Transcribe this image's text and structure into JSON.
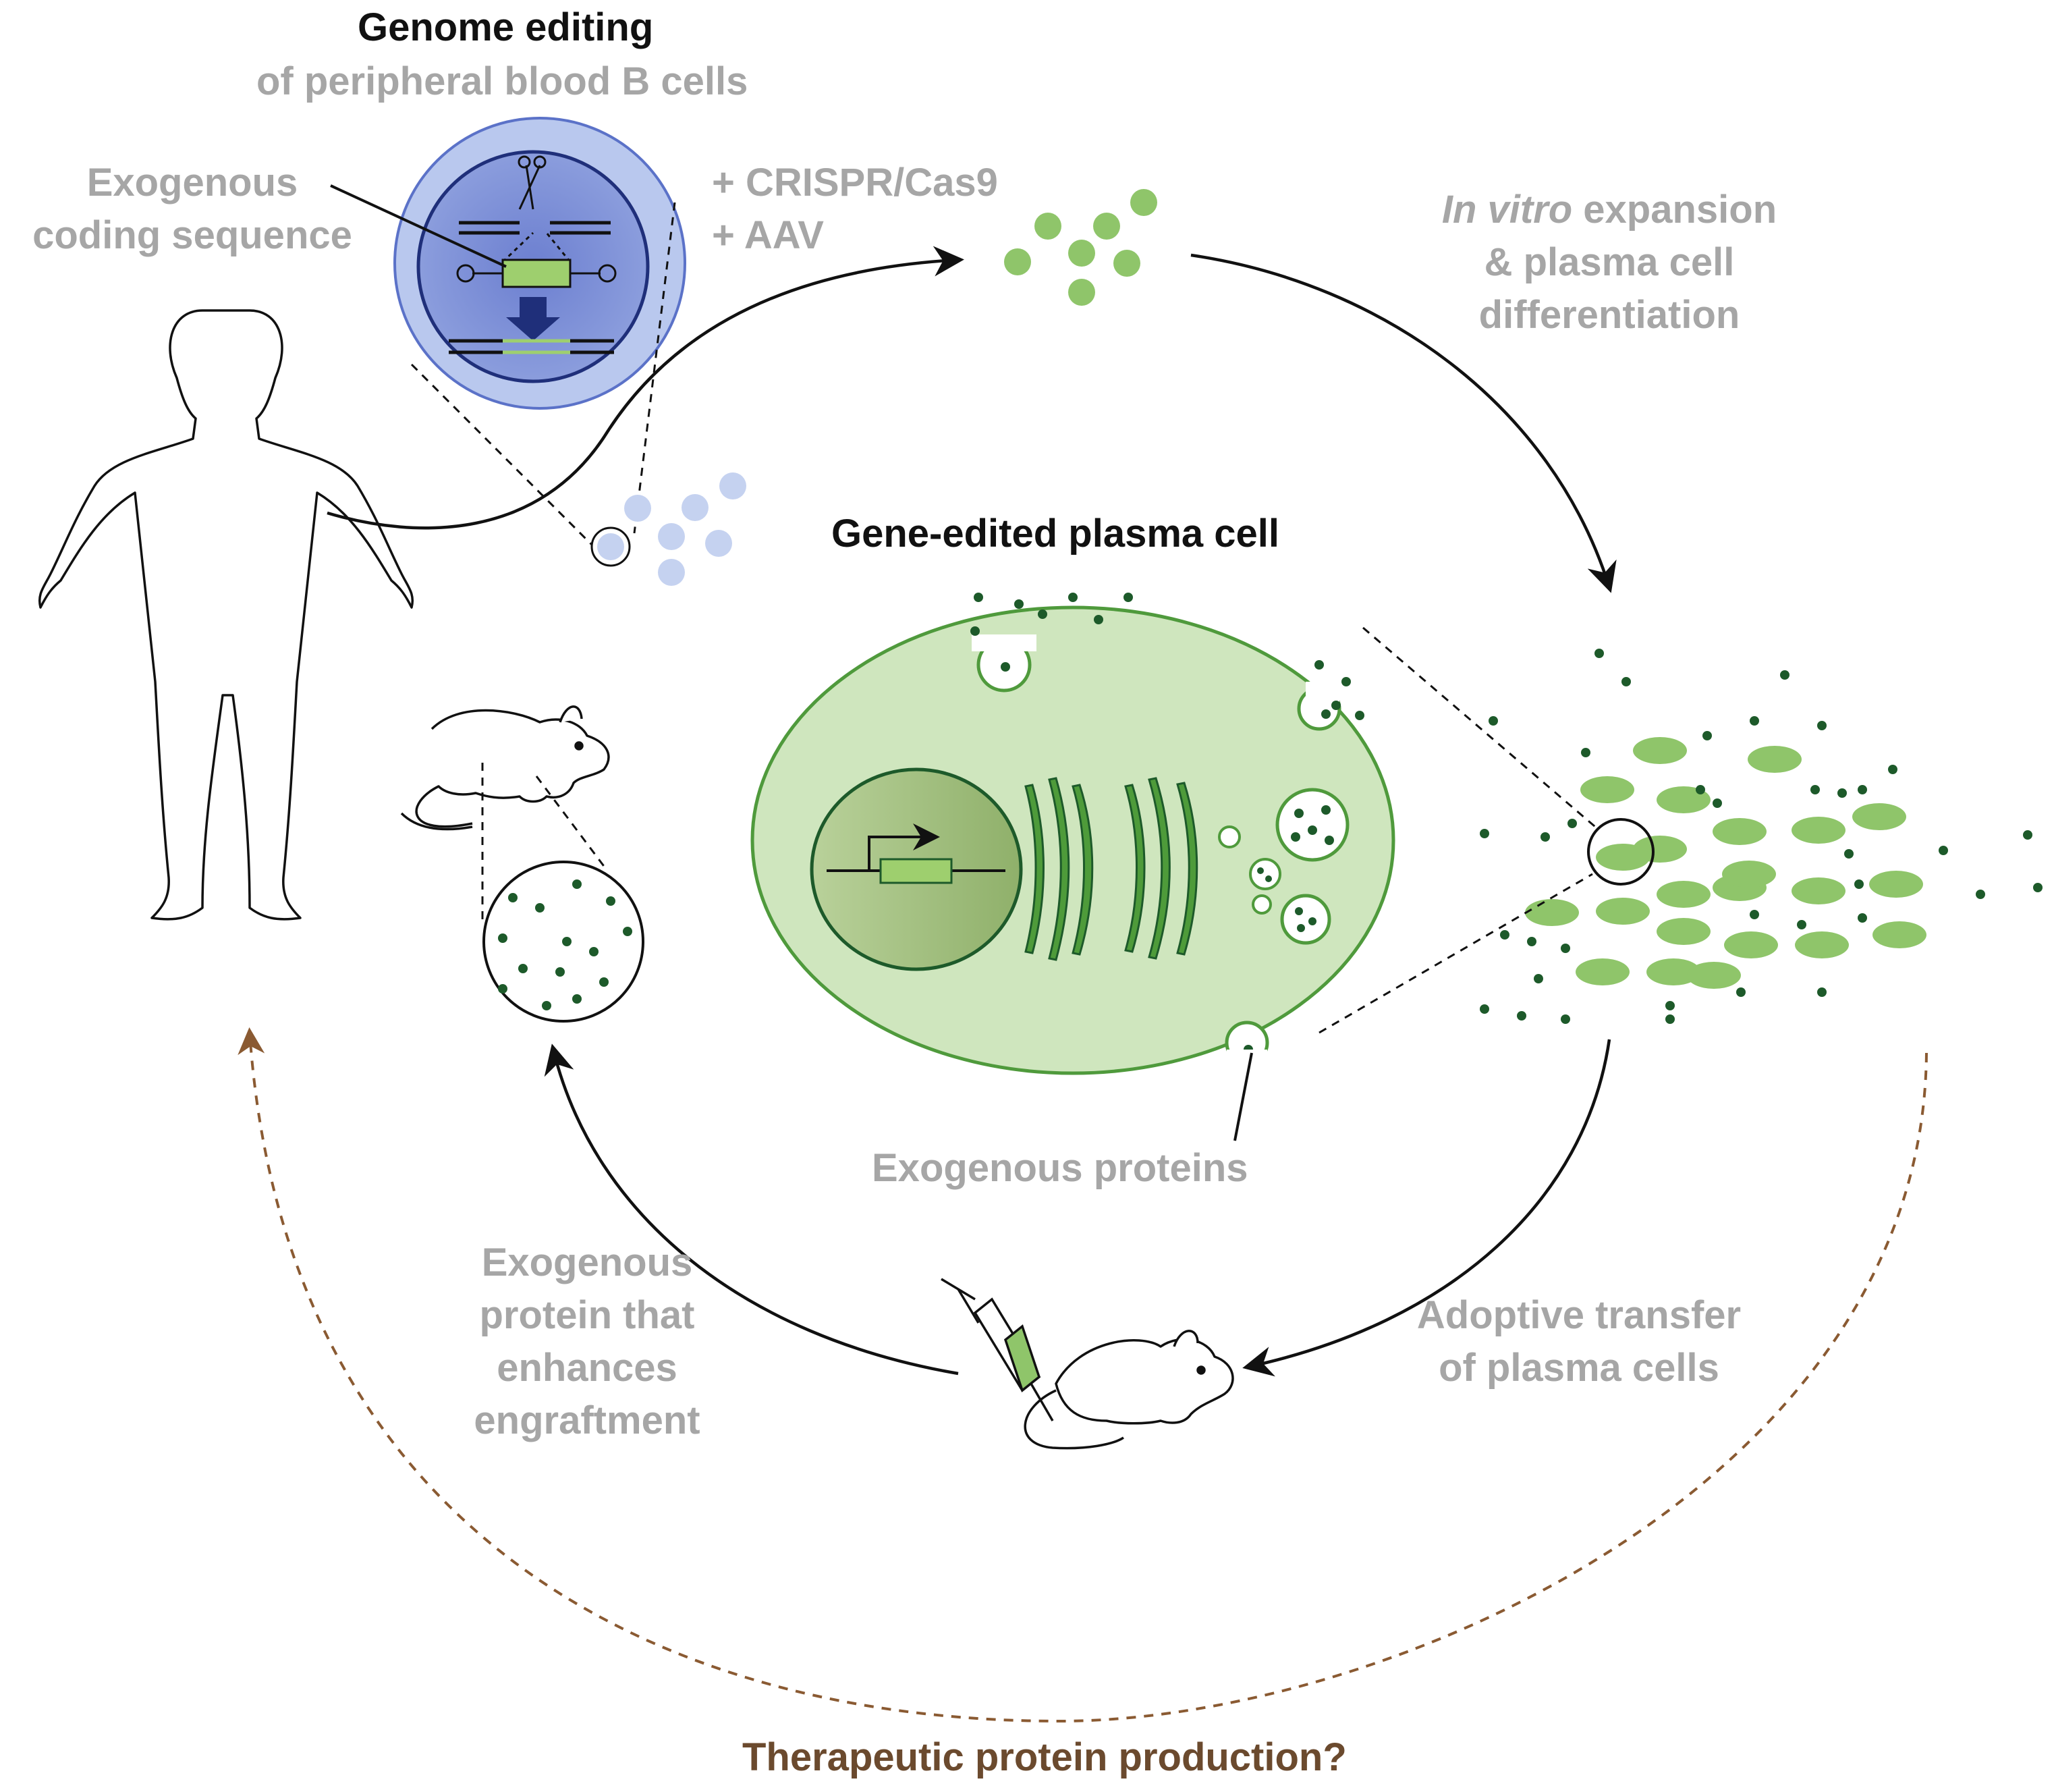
{
  "title_genome": "Genome editing",
  "subtitle_genome": "of peripheral blood B cells",
  "exogenous_coding_line1": "Exogenous",
  "exogenous_coding_line2": "coding sequence",
  "crispr_line1": "+ CRISPR/Cas9",
  "crispr_line2": "+ AAV",
  "expansion_italic": "In vitro",
  "expansion_line1_rest": " expansion",
  "expansion_line2": "& plasma cell",
  "expansion_line3": "differentiation",
  "plasma_cell_title": "Gene-edited plasma cell",
  "exogenous_proteins": "Exogenous proteins",
  "engraftment_line1": "Exogenous",
  "engraftment_line2": "protein that",
  "engraftment_line3": "enhances",
  "engraftment_line4": "engraftment",
  "adoptive_line1": "Adoptive transfer",
  "adoptive_line2": "of plasma cells",
  "therapeutic": "Therapeutic protein production?",
  "colors": {
    "label_gray": "#a6a6a6",
    "title_black": "#111111",
    "therapeutic_brown": "#6b4a2e",
    "cell_green_fill": "#cfe6be",
    "cell_green_stroke": "#4f9a3c",
    "er_green": "#4e9b3a",
    "dot_dark_green": "#1d5a2a",
    "bcell_blue_outer": "#b9c8ee",
    "bcell_blue_inner": "#7d8fd6",
    "bcell_dot_blue": "#c5d2f0",
    "arrow_dashed_brown": "#8a5a32"
  }
}
